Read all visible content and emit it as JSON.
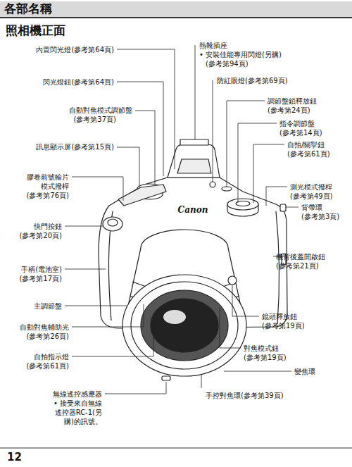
{
  "diagram": {
    "title": "各部名稱",
    "labels": [
      "照相機正面",
      "內置閃光燈(參考第64頁)",
      "閃光燈鈕(參考第64頁)",
      "自動對焦模式調節盤",
      "(參考第37頁)",
      "訊息顯示屏(參考第15頁)",
      "膠卷前號輸片",
      "模式撥桿",
      "(參考第76頁)",
      "快門按鈕",
      "(參考第20頁)",
      "手柄(電池室)",
      "(參考第17頁)",
      "主調節盤",
      "自動對焦輔助光",
      "(參考第26頁)",
      "自拍指示燈",
      "(參考第61頁)",
      "無線遙控感應器",
      "• 接受來自無線遙控器RC-1(另購)的訊號。",
      "熱靴插座",
      "• 安裝佳能專用閃燈(另購)",
      "(參考第94頁)",
      "防紅眼燈(參考第69頁)",
      "調節盤鎖釋放鈕",
      "(參考第24頁)",
      "指令調節盤",
      "(參考第14頁)",
      "自拍/關掣鈕",
      "(參考第61頁)",
      "測光模式撥桿",
      "(參考第49頁)",
      "背帶環",
      "(參考第3頁)",
      "機背後蓋開啟鈕",
      "(參考第21頁)",
      "鏡頭釋放鈕",
      "(參考第19頁)",
      "對焦模式鈕",
      "(參考第19頁)",
      "變焦環",
      "手控對焦環(參考第39頁)",
      "12",
      "Canon"
    ]
  }
}
